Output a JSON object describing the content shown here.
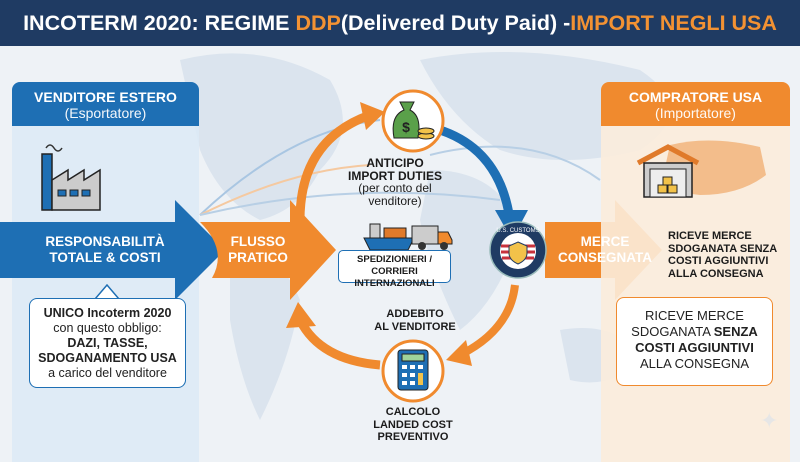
{
  "header": {
    "title_part1": "INCOTERM 2020: REGIME ",
    "title_ddp": "DDP",
    "title_part2": " (Delivered Duty Paid) - ",
    "title_usa": "IMPORT NEGLI USA"
  },
  "seller": {
    "title": "VENDITORE ESTERO",
    "subtitle": "(Esportatore)",
    "arrow_line1": "RESPONSABILITÀ",
    "arrow_line2": "TOTALE & COSTI",
    "callout": {
      "line1": "UNICO Incoterm 2020",
      "line2": "con questo obbligo:",
      "line3": "DAZI, TASSE,",
      "line4": "SDOGANAMENTO USA",
      "line5": "a carico del venditore"
    }
  },
  "flow": {
    "line1": "FLUSSO",
    "line2": "PRATICO"
  },
  "cycle": {
    "duties": {
      "line1": "ANTICIPO",
      "line2": "IMPORT DUTIES",
      "line3": "(per conto del venditore)"
    },
    "shipping": {
      "line1": "SPEDIZIONIERI / CORRIERI",
      "line2": "INTERNAZIONALI"
    },
    "charge": {
      "line1": "ADDEBITO",
      "line2": "AL VENDITORE"
    },
    "calc": {
      "line1": "CALCOLO",
      "line2": "LANDED COST",
      "line3": "PREVENTIVO"
    },
    "customs_seal": "U.S. CUSTOMS"
  },
  "delivered": {
    "line1": "MERCE",
    "line2": "CONSEGNATA"
  },
  "buyer": {
    "title": "COMPRATORE USA",
    "subtitle": "(Importatore)",
    "text": {
      "line1": "RICEVE MERCE",
      "line2": "SDOGANATA SENZA",
      "line3": "COSTI AGGIUNTIVI",
      "line4": "ALLA CONSEGNA"
    },
    "box": {
      "line1": "RICEVE MERCE",
      "line2a": "SDOGANATA ",
      "line2b": "SENZA",
      "line3": "COSTI AGGIUNTIVI",
      "line4": "ALLA CONSEGNA"
    }
  },
  "colors": {
    "navy": "#1f3b63",
    "blue": "#1e6fb4",
    "orange": "#f08a2e"
  }
}
